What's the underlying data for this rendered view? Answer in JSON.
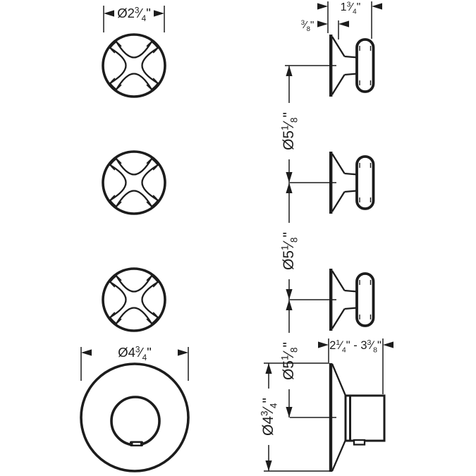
{
  "colors": {
    "ink": "#1c1c1c",
    "paper": "#ffffff"
  },
  "labels": {
    "knob_diameter": "Ø2¾\"",
    "handle_projection": "1¾\"",
    "wall_offset": "⅜\"",
    "spacing_top": "Ø5⅛\"",
    "spacing_middle": "Ø5⅛\"",
    "spacing_bottom": "Ø5⅛\"",
    "escutcheon_diameter": "Ø4¾\"",
    "valve_depth_range": "2¼\" - 3⅜\"",
    "valve_escutcheon_diameter": "Ø4¾\""
  }
}
